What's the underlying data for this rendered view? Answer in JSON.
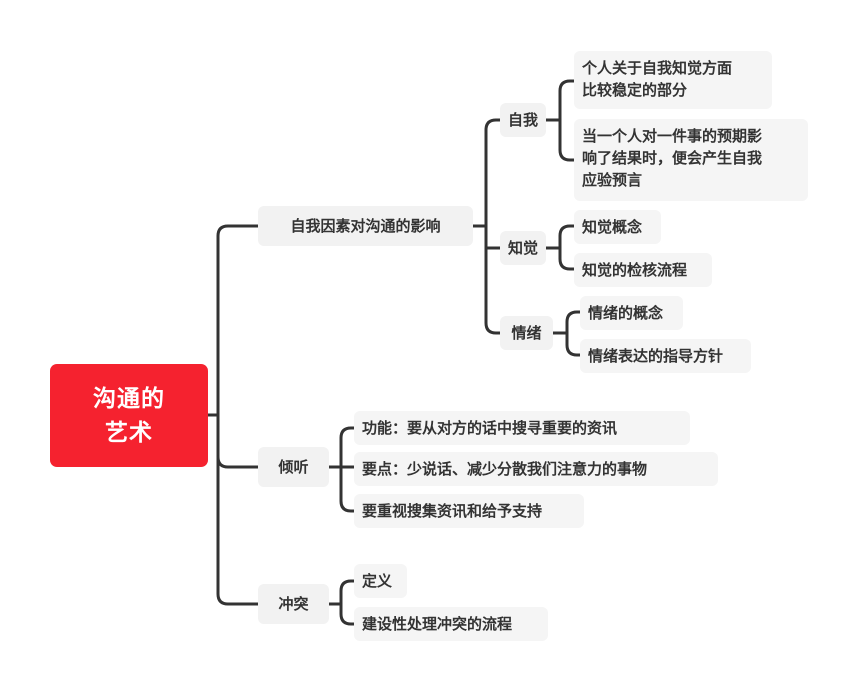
{
  "root": {
    "line1": "沟通的",
    "line2": "艺术"
  },
  "branches": [
    {
      "label": "自我因素对沟通的影响",
      "children": [
        {
          "label": "自我",
          "leaves": [
            [
              "个人关于自我知觉方面",
              "比较稳定的部分"
            ],
            [
              "当一个人对一件事的预期影",
              "响了结果时，便会产生自我",
              "应验预言"
            ]
          ]
        },
        {
          "label": "知觉",
          "leaves": [
            [
              "知觉概念"
            ],
            [
              "知觉的检核流程"
            ]
          ]
        },
        {
          "label": "情绪",
          "leaves": [
            [
              "情绪的概念"
            ],
            [
              "情绪表达的指导方针"
            ]
          ]
        }
      ]
    },
    {
      "label": "倾听",
      "leaves": [
        [
          "功能：要从对方的话中搜寻重要的资讯"
        ],
        [
          "要点：少说话、减少分散我们注意力的事物"
        ],
        [
          "要重视搜集资讯和给予支持"
        ]
      ]
    },
    {
      "label": "冲突",
      "leaves": [
        [
          "定义"
        ],
        [
          "建设性处理冲突的流程"
        ]
      ]
    }
  ],
  "colors": {
    "root": "#f5222f",
    "connector": "#333333",
    "node_bg": "#f2f2f2"
  }
}
